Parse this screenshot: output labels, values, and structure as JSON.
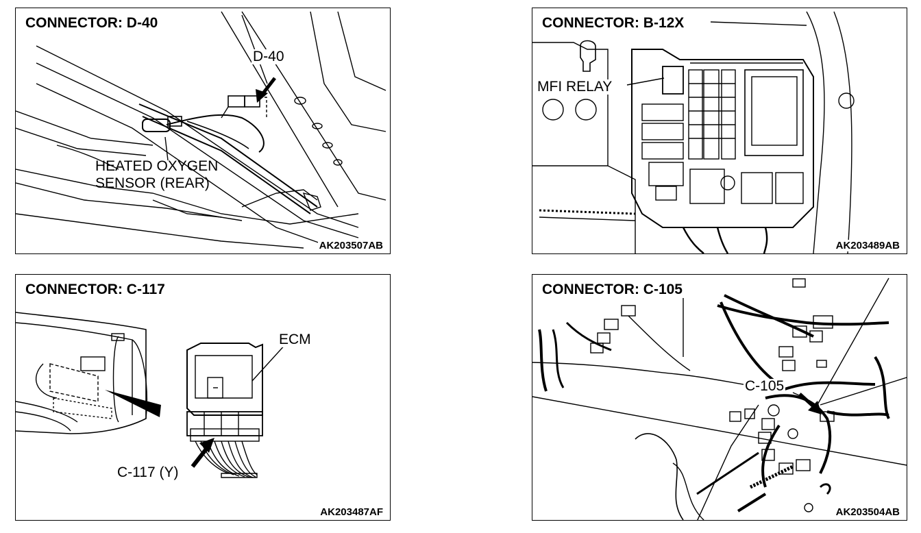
{
  "panels": [
    {
      "title": "CONNECTOR: D-40",
      "code": "AK203507AB",
      "labels": {
        "connector": "D-40",
        "sensor_line1": "HEATED OXYGEN",
        "sensor_line2": "SENSOR (REAR)"
      }
    },
    {
      "title": "CONNECTOR: B-12X",
      "code": "AK203489AB",
      "labels": {
        "relay": "MFI RELAY"
      }
    },
    {
      "title": "CONNECTOR: C-117",
      "code": "AK203487AF",
      "labels": {
        "ecm": "ECM",
        "connector": "C-117 (Y)"
      }
    },
    {
      "title": "CONNECTOR: C-105",
      "code": "AK203504AB",
      "labels": {
        "connector": "C-105"
      }
    }
  ]
}
